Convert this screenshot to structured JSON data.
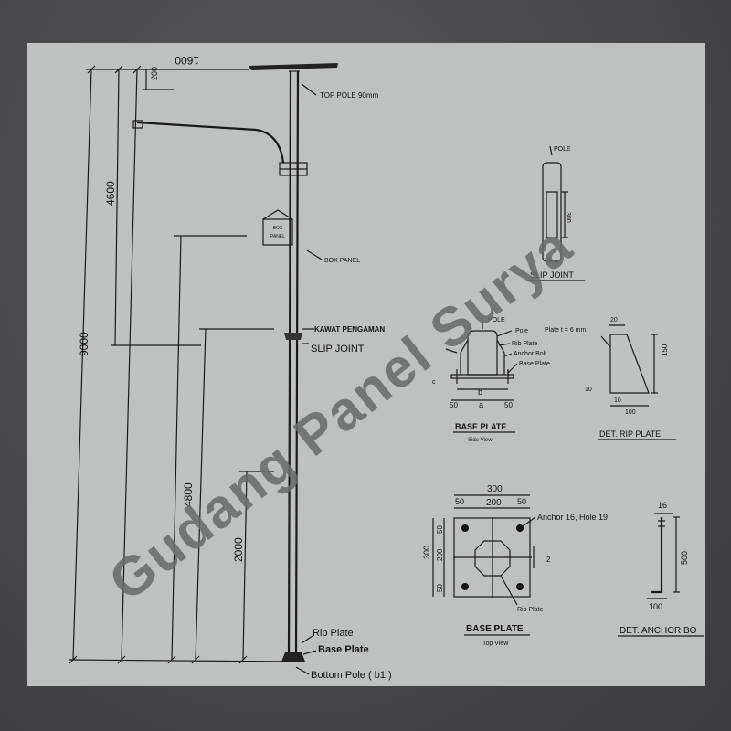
{
  "drawing": {
    "dimensions": {
      "arm_width": "1600",
      "top_offset": "200",
      "arm_height": "4600",
      "total_height": "9000",
      "upper_height": "4800",
      "lower_height": "2000"
    },
    "labels": {
      "top_pole": "TOP POLE 90mm",
      "box_panel": "BOX PANEL",
      "box_text_1": "BOX",
      "box_text_2": "PANEL",
      "kawat": "KAWAT PENGAMAN",
      "slip_joint": "SLIP JOINT",
      "rip_plate": "Rip Plate",
      "base_plate": "Base Plate",
      "bottom_pole": "Bottom Pole  ( b1 )"
    },
    "slip_joint_detail": {
      "pole": "POLE",
      "dim": "300",
      "title": "SLIP JOINT"
    },
    "base_plate_side": {
      "pole": "POLE",
      "pole_lbl": "Pole",
      "rib": "Rib Plate",
      "anchor": "Anchor Bolt",
      "base": "Base Plate",
      "dim_b": "b",
      "dim_a": "a",
      "dim_50_left": "50",
      "dim_50_right": "50",
      "dim_c": "c",
      "title": "BASE PLATE",
      "subtitle": "Side View"
    },
    "rip_plate_detail": {
      "plate_note": "Plate  t = 6 mm",
      "dim_20": "20",
      "dim_150": "150",
      "dim_10": "10",
      "dim_10b": "10",
      "dim_100": "100",
      "title": "DET. RIP PLATE"
    },
    "base_plate_top": {
      "dim_300": "300",
      "dim_50a": "50",
      "dim_200": "200",
      "dim_50b": "50",
      "v_300": "300",
      "v_50a": "50",
      "v_200": "200",
      "v_50b": "50",
      "anchor_note": "Anchor 16, Hole 19",
      "dim_2": "2",
      "rip_plate": "Rip Plate",
      "title": "BASE PLATE",
      "subtitle": "Top View"
    },
    "anchor_detail": {
      "dim_16": "16",
      "dim_500": "500",
      "dim_100": "100",
      "title": "DET. ANCHOR BO"
    }
  },
  "watermark": "Gudang Panel Surya"
}
